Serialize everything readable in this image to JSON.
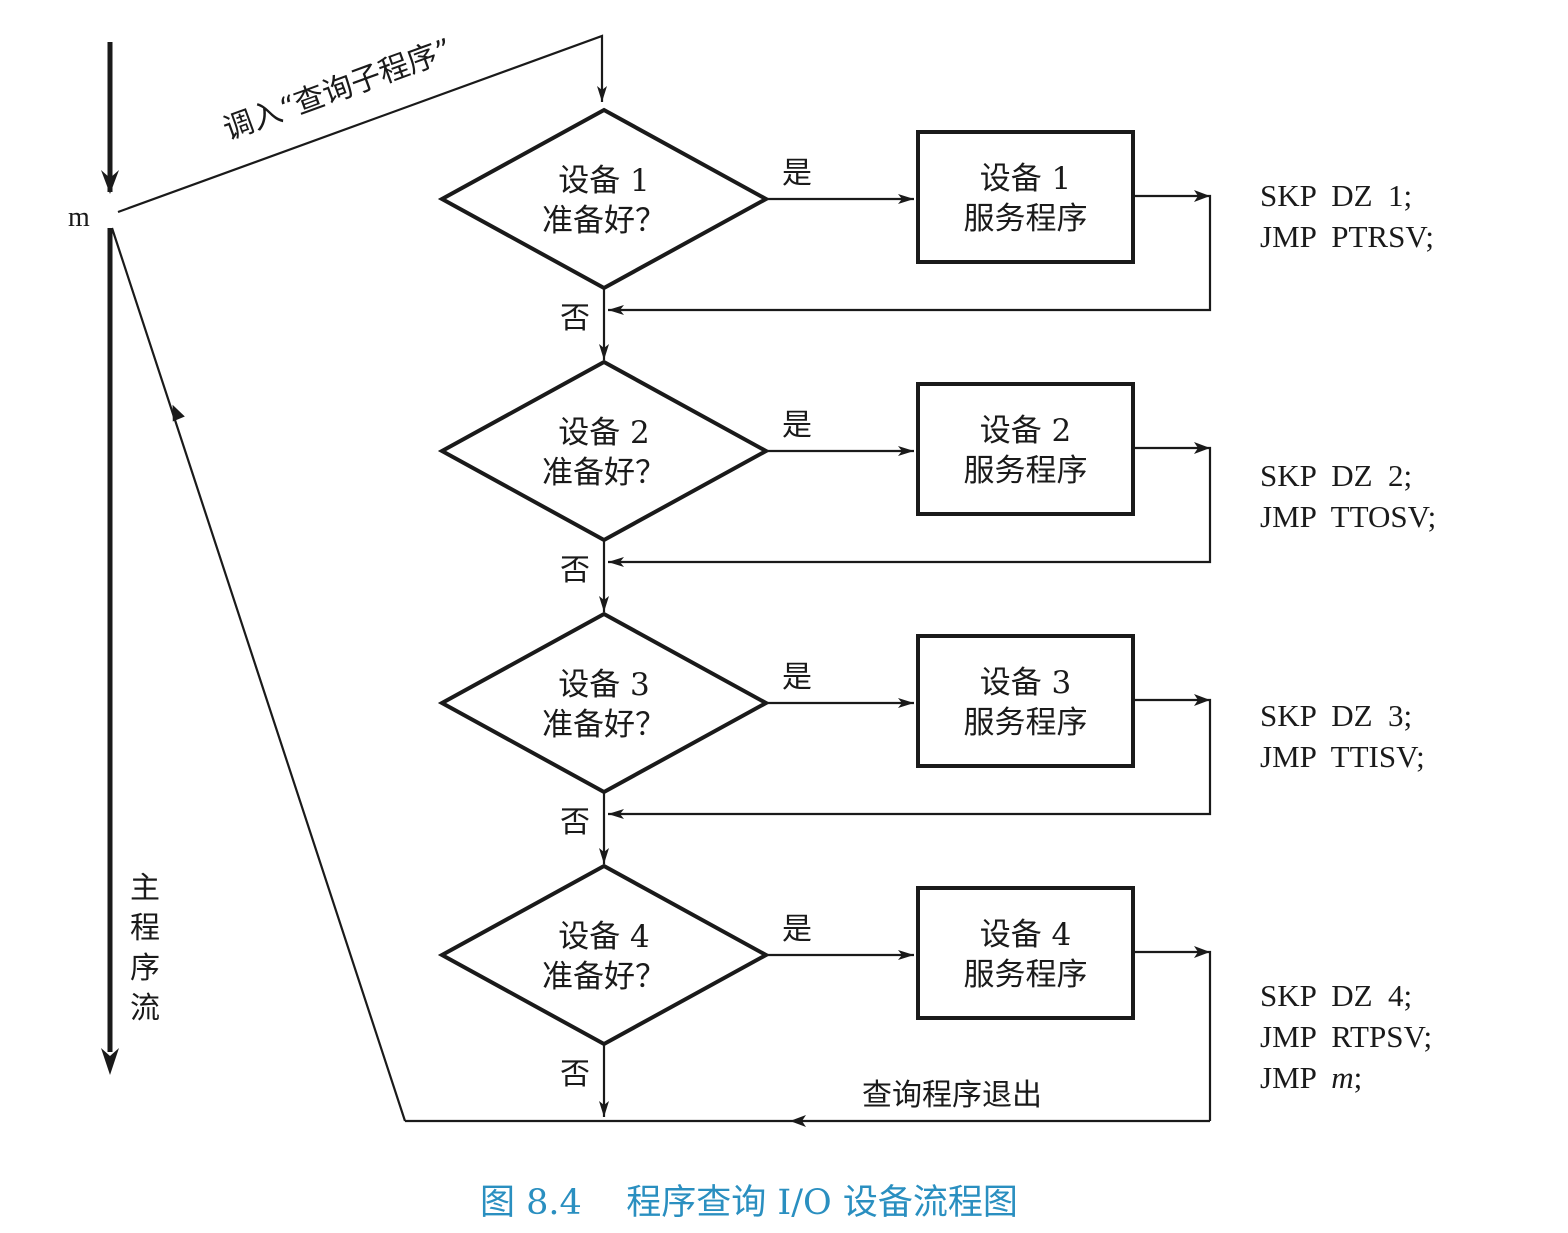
{
  "main_flow_label": "主程序流",
  "entry_point_label": "m",
  "call_label": "调入“查询子程序”",
  "yes_label": "是",
  "no_label": "否",
  "exit_label": "查询程序退出",
  "devices": [
    {
      "decision_line1": "设备 1",
      "decision_line2": "准备好？",
      "service_line1": "设备 1",
      "service_line2": "服务程序",
      "code": [
        "SKP  DZ  1;",
        "JMP  PTRSV;"
      ]
    },
    {
      "decision_line1": "设备 2",
      "decision_line2": "准备好？",
      "service_line1": "设备 2",
      "service_line2": "服务程序",
      "code": [
        "SKP  DZ  2;",
        "JMP  TTOSV;"
      ]
    },
    {
      "decision_line1": "设备 3",
      "decision_line2": "准备好？",
      "service_line1": "设备 3",
      "service_line2": "服务程序",
      "code": [
        "SKP  DZ  3;",
        "JMP  TTISV;"
      ]
    },
    {
      "decision_line1": "设备 4",
      "decision_line2": "准备好？",
      "service_line1": "设备 4",
      "service_line2": "服务程序",
      "code": [
        "SKP  DZ  4;",
        "JMP  RTPSV;",
        "JMP  m;"
      ]
    }
  ],
  "caption": "图 8.4    程序查询 I/O 设备流程图",
  "colors": {
    "line": "#1a1a1a",
    "caption": "#2a8fc0"
  }
}
